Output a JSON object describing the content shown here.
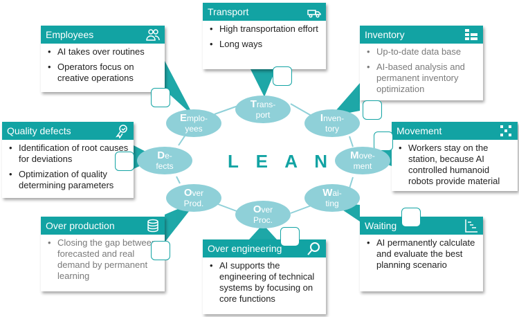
{
  "center": "L E A N",
  "colors": {
    "accent": "#12a3a3",
    "ellipse": "#8fd0d8"
  },
  "boxes": {
    "transport": {
      "title": "Transport",
      "icon": "truck-icon",
      "items": [
        "High transportation effort",
        "Long ways"
      ]
    },
    "employees": {
      "title": "Employees",
      "icon": "people-icon",
      "items": [
        "AI takes over routines",
        "Operators focus on creative operations"
      ]
    },
    "inventory": {
      "title": "Inventory",
      "icon": "inventory-icon",
      "items": [
        "Up-to-date data base",
        "AI-based analysis and permanent inventory optimization"
      ]
    },
    "quality": {
      "title": "Quality defects",
      "icon": "award-icon",
      "items": [
        "Identification of root causes for deviations",
        "Optimization of quality determining parameters"
      ]
    },
    "movement": {
      "title": "Movement",
      "icon": "movement-icon",
      "items": [
        "Workers stay on the station, because AI controlled humanoid robots provide material"
      ]
    },
    "overproduction": {
      "title": "Over production",
      "icon": "coins-icon",
      "items": [
        "Closing the gap between forecasted and real demand by permanent learning"
      ]
    },
    "waiting": {
      "title": "Waiting",
      "icon": "gantt-icon",
      "items": [
        "AI permanently calculate and evaluate the best planning scenario"
      ]
    },
    "overengineering": {
      "title": "Over engineering",
      "icon": "magnifier-icon",
      "items": [
        "AI supports the engineering of technical systems by focusing on core functions"
      ]
    }
  },
  "ellipses": {
    "transport": {
      "initial": "T",
      "rest": "rans-",
      "line2": "port"
    },
    "employees": {
      "initial": "E",
      "rest": "mplo-",
      "line2": "yees"
    },
    "inventory": {
      "initial": "I",
      "rest": "nven-",
      "line2": "tory"
    },
    "defects": {
      "initial": "D",
      "rest": "e-",
      "line2": "fects"
    },
    "movement": {
      "initial": "M",
      "rest": "ove-",
      "line2": "ment"
    },
    "overprod": {
      "initial": "O",
      "rest": "ver",
      "line2": "Prod."
    },
    "waiting": {
      "initial": "W",
      "rest": "ai-",
      "line2": "ting"
    },
    "overproc": {
      "initial": "O",
      "rest": "ver",
      "line2": "Proc."
    }
  }
}
